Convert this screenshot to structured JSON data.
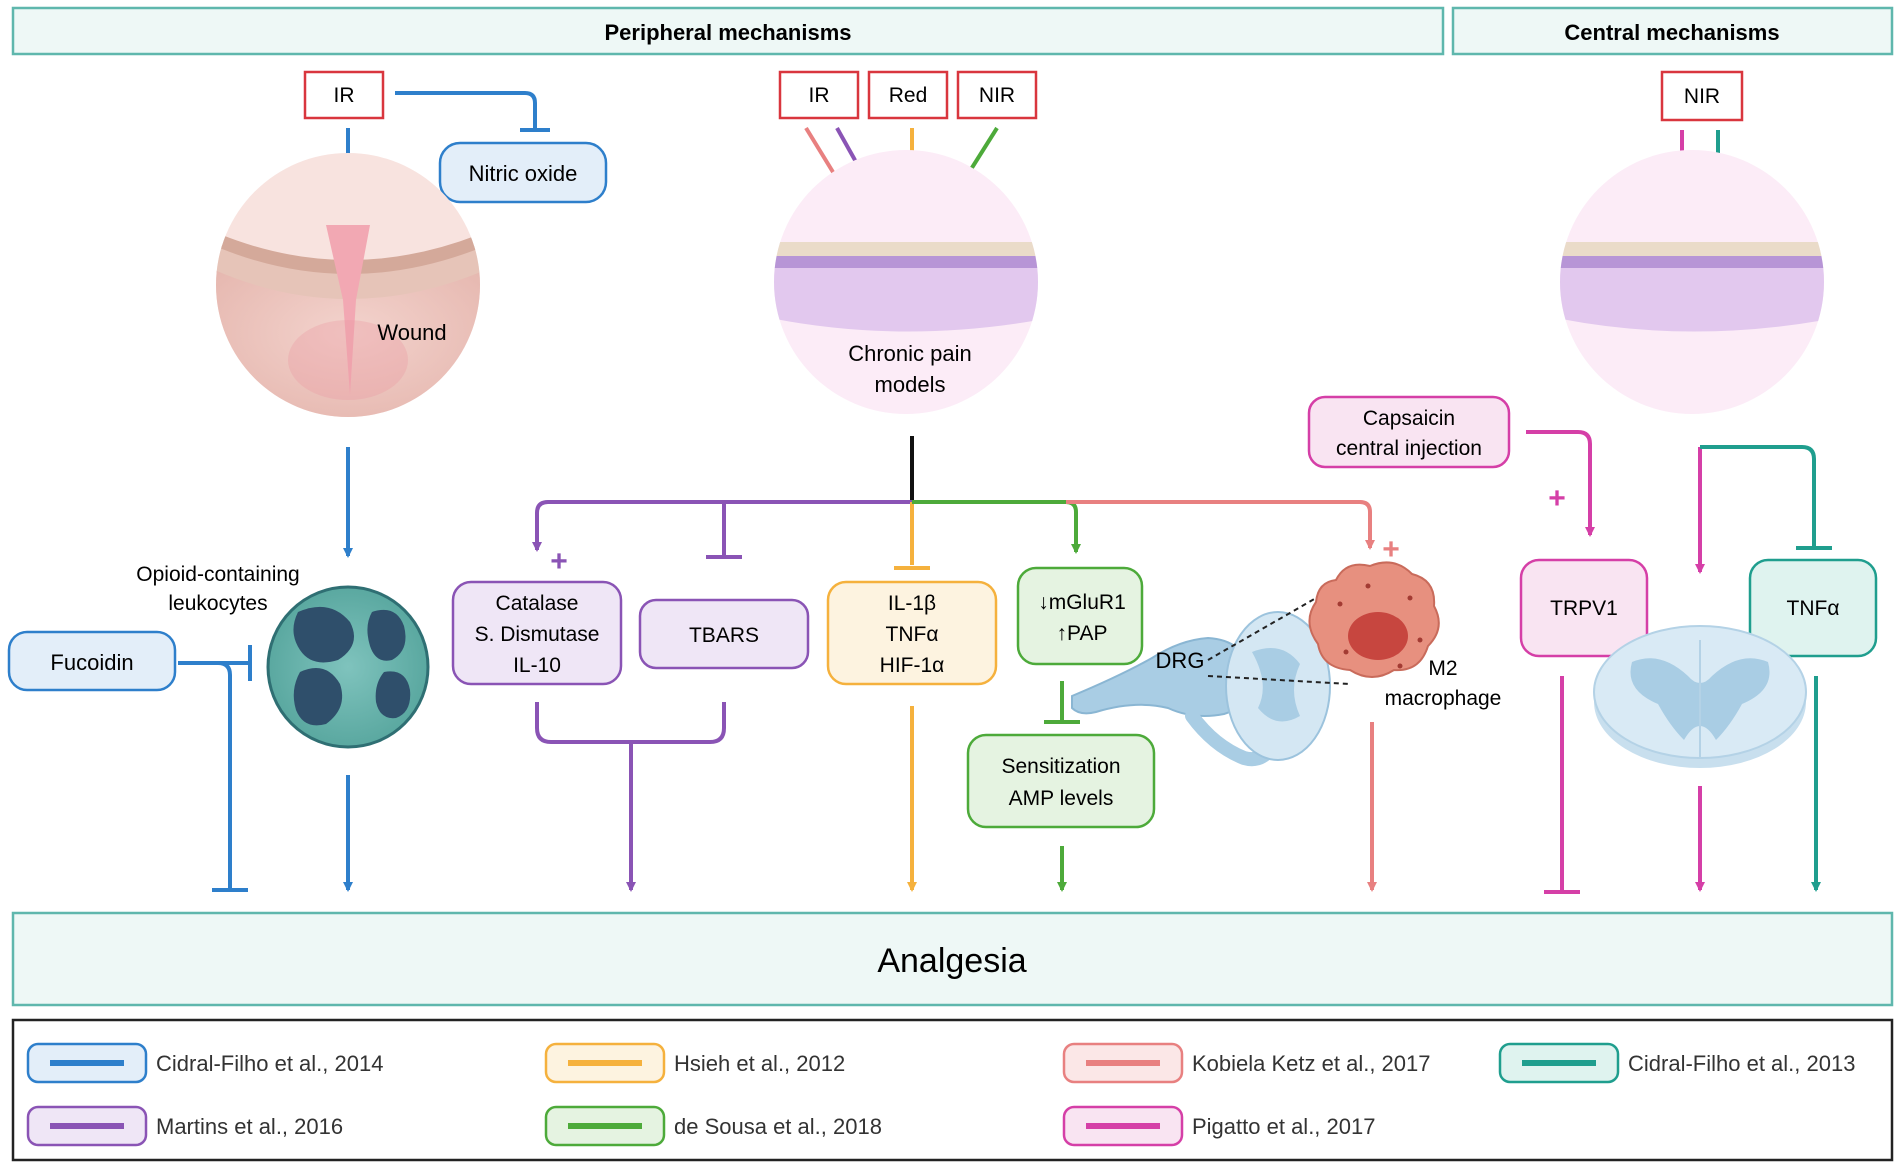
{
  "headers": {
    "peripheral": "Peripheral mechanisms",
    "central": "Central mechanisms"
  },
  "light_sources": {
    "wound_ir": "IR",
    "chronic_ir": "IR",
    "chronic_red": "Red",
    "chronic_nir": "NIR",
    "central_nir": "NIR"
  },
  "nodes": {
    "nitric_oxide": "Nitric oxide",
    "wound": "Wound",
    "chronic_pain_models": [
      "Chronic pain",
      "models"
    ],
    "capsaicin": [
      "Capsaicin",
      "central injection"
    ],
    "opioid_leukocytes": [
      "Opioid-containing",
      "leukocytes"
    ],
    "fucoidin": "Fucoidin",
    "catalase_group": [
      "Catalase",
      "S. Dismutase",
      "IL-10"
    ],
    "tbars": "TBARS",
    "cytokines": [
      "IL-1β",
      "TNFα",
      "HIF-1α"
    ],
    "mglur": [
      "↓mGluR1",
      "↑PAP"
    ],
    "sensitization": [
      "Sensitization",
      "AMP levels"
    ],
    "drg": "DRG",
    "m2_macrophage": [
      "M2",
      "macrophage"
    ],
    "trpv1": "TRPV1",
    "tnfa_central": "TNFα",
    "plus_sign": "+"
  },
  "analgesia": "Analgesia",
  "legend": [
    {
      "label": "Cidral-Filho et al., 2014",
      "color": "#2e7fcb",
      "fill": "#e3eef9"
    },
    {
      "label": "Hsieh et al., 2012",
      "color": "#f5b13d",
      "fill": "#fdf3e0"
    },
    {
      "label": "Kobiela Ketz et al., 2017",
      "color": "#e88080",
      "fill": "#fbe7e7"
    },
    {
      "label": "Cidral-Filho et al., 2013",
      "color": "#1f9e8e",
      "fill": "#dff3ef"
    },
    {
      "label": "Martins et al., 2016",
      "color": "#8a54b5",
      "fill": "#efe6f6"
    },
    {
      "label": "de Sousa et al., 2018",
      "color": "#4daa3a",
      "fill": "#e5f3e1"
    },
    {
      "label": "Pigatto et al., 2017",
      "color": "#d53fa7",
      "fill": "#f9e4f2"
    }
  ],
  "colors": {
    "blue": "#2e7fcb",
    "purple": "#8a54b5",
    "orange": "#f5b13d",
    "green": "#4daa3a",
    "salmon": "#e88080",
    "magenta": "#d53fa7",
    "teal": "#1f9e8e",
    "source_red": "#d9363e",
    "header_border": "#5fb7ad",
    "header_fill": "#eef8f6"
  }
}
